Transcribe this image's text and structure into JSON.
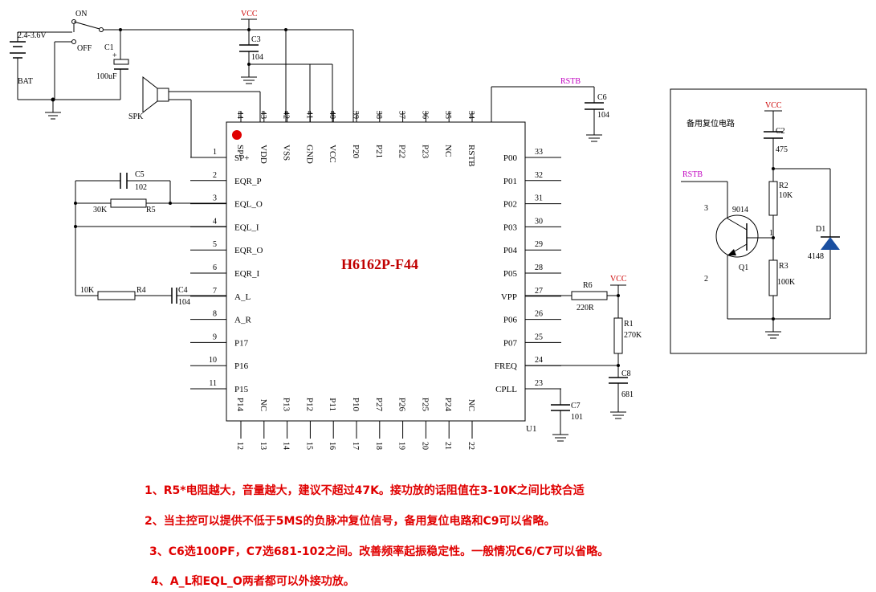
{
  "chip": {
    "name": "H6162P-F44",
    "designator": "U1",
    "left_pins": [
      {
        "num": "1",
        "label": "SP+"
      },
      {
        "num": "2",
        "label": "EQR_P"
      },
      {
        "num": "3",
        "label": "EQL_O"
      },
      {
        "num": "4",
        "label": "EQL_I"
      },
      {
        "num": "5",
        "label": "EQR_O"
      },
      {
        "num": "6",
        "label": "EQR_I"
      },
      {
        "num": "7",
        "label": "A_L"
      },
      {
        "num": "8",
        "label": "A_R"
      },
      {
        "num": "9",
        "label": "P17"
      },
      {
        "num": "10",
        "label": "P16"
      },
      {
        "num": "11",
        "label": "P15"
      }
    ],
    "right_pins": [
      {
        "num": "33",
        "label": "P00"
      },
      {
        "num": "32",
        "label": "P01"
      },
      {
        "num": "31",
        "label": "P02"
      },
      {
        "num": "30",
        "label": "P03"
      },
      {
        "num": "29",
        "label": "P04"
      },
      {
        "num": "28",
        "label": "P05"
      },
      {
        "num": "27",
        "label": "VPP"
      },
      {
        "num": "26",
        "label": "P06"
      },
      {
        "num": "25",
        "label": "P07"
      },
      {
        "num": "24",
        "label": "FREQ"
      },
      {
        "num": "23",
        "label": "CPLL"
      }
    ],
    "top_pins": [
      {
        "num": "44",
        "label": "SP-"
      },
      {
        "num": "43",
        "label": "VDD"
      },
      {
        "num": "42",
        "label": "VSS"
      },
      {
        "num": "41",
        "label": "GND"
      },
      {
        "num": "40",
        "label": "VCC"
      },
      {
        "num": "39",
        "label": "P20"
      },
      {
        "num": "38",
        "label": "P21"
      },
      {
        "num": "37",
        "label": "P22"
      },
      {
        "num": "36",
        "label": "P23"
      },
      {
        "num": "35",
        "label": "NC"
      },
      {
        "num": "34",
        "label": "RSTB"
      }
    ],
    "bottom_pins": [
      {
        "num": "12",
        "label": "P14"
      },
      {
        "num": "13",
        "label": "NC"
      },
      {
        "num": "14",
        "label": "P13"
      },
      {
        "num": "15",
        "label": "P12"
      },
      {
        "num": "16",
        "label": "P11"
      },
      {
        "num": "17",
        "label": "P10"
      },
      {
        "num": "18",
        "label": "P27"
      },
      {
        "num": "19",
        "label": "P26"
      },
      {
        "num": "20",
        "label": "P25"
      },
      {
        "num": "21",
        "label": "P24"
      },
      {
        "num": "22",
        "label": "NC"
      }
    ]
  },
  "labels": {
    "switch_on": "ON",
    "switch_off": "OFF",
    "battery_voltage": "2.4-3.6V",
    "battery": "BAT",
    "c1": "C1",
    "c1_plus": "+",
    "c1_value": "100uF",
    "speaker": "SPK",
    "vcc": "VCC",
    "c3": "C3",
    "c3_value": "104",
    "rstb": "RSTB",
    "c6": "C6",
    "c6_value": "104",
    "c5": "C5",
    "c5_value": "102",
    "r5": "R5",
    "r5_value": "30K",
    "r4": "R4",
    "r4_value": "10K",
    "c4": "C4",
    "c4_value": "104",
    "r6": "R6",
    "r6_value": "220R",
    "r1": "R1",
    "r1_value": "270K",
    "c8": "C8",
    "c8_value": "681",
    "c7": "C7",
    "c7_value": "101"
  },
  "reset_circuit": {
    "title": "备用复位电路",
    "vcc": "VCC",
    "c2": "C2",
    "c2_value": "475",
    "rstb": "RSTB",
    "transistor_type": "9014",
    "q1": "Q1",
    "pin3": "3",
    "pin2": "2",
    "pin1": "1",
    "r2": "R2",
    "r2_value": "10K",
    "r3": "R3",
    "r3_value": "100K",
    "d1": "D1",
    "d1_value": "4148"
  },
  "notes": [
    "1、R5*电阻越大，音量越大，建议不超过47K。接功放的话阻值在3-10K之间比较合适",
    "2、当主控可以提供不低于5MS的负脉冲复位信号，备用复位电路和C9可以省略。",
    "3、C6选100PF，C7选681-102之间。改善频率起振稳定性。一般情况C6/C7可以省略。",
    "4、A_L和EQL_O两者都可以外接功放。"
  ],
  "colors": {
    "vcc_label": "#cc0000",
    "rstb_label": "#c000c0",
    "chip_name": "#c00000",
    "notes": "#e00000",
    "diode_fill": "#1a4fa0",
    "pin1_dot": "#e00000"
  }
}
